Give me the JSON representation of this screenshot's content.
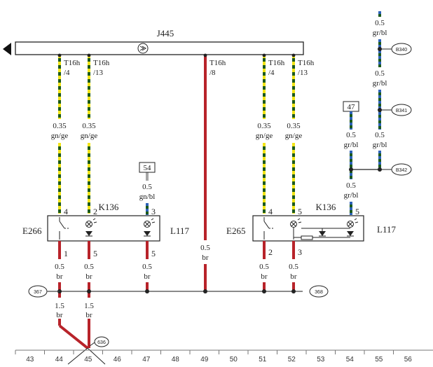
{
  "diagram": {
    "bus_title": "J445",
    "colors": {
      "brown": "#b8232a",
      "yellow": "#f2e417",
      "green": "#1c5a1c",
      "blue": "#2c62b8",
      "grey": "#a6a6a6",
      "ink": "#222222"
    },
    "connectors": {
      "c1_line1": "T16h",
      "c1_line2": "/4",
      "c2_line1": "T16h",
      "c2_line2": "/13",
      "c3_line1": "T16h",
      "c3_line2": "/8",
      "c4_line1": "T16h",
      "c4_line2": "/4",
      "c5_line1": "T16h",
      "c5_line2": "/13"
    },
    "wires": {
      "w44_size": "0.35",
      "w44_color": "gn/ge",
      "w45_size": "0.35",
      "w45_color": "gn/ge",
      "w51_size": "0.35",
      "w51_color": "gn/ge",
      "w52_size": "0.35",
      "w52_color": "gn/ge",
      "w47_size": "0.5",
      "w47_color": "gn/bl",
      "w49_size": "0.5",
      "w49_color": "br",
      "l44_size": "0.5",
      "l44_color": "br",
      "l45_size": "0.5",
      "l45_color": "br",
      "l47_size": "0.5",
      "l47_color": "br",
      "l51_size": "0.5",
      "l51_color": "br",
      "l52_size": "0.5",
      "l52_color": "br",
      "g44_size": "1.5",
      "g44_color": "br",
      "g45_size": "1.5",
      "g45_color": "br",
      "r1_size": "0.5",
      "r1_color": "gr/bl",
      "r2_size": "0.5",
      "r2_color": "gr/bl",
      "r3_size": "0.5",
      "r3_color": "gr/bl",
      "r4_size": "0.5",
      "r4_color": "gr/bl",
      "r5_size": "0.5",
      "r5_color": "gr/bl"
    },
    "terminals": {
      "t54": "54",
      "t47": "47"
    },
    "components": {
      "left_switch": "E266",
      "left_relay": "K136",
      "left_lamp": "L117",
      "right_switch": "E265",
      "right_relay": "K136",
      "right_lamp": "L117"
    },
    "pins": {
      "lt_44": "4",
      "lt_45": "2",
      "lt_47": "3",
      "lb_44": "1",
      "lb_45": "5",
      "lb_47": "5",
      "rt_51": "4",
      "rt_52": "5",
      "rt_54": "5",
      "rb_51": "2",
      "rb_52": "3"
    },
    "grounds": {
      "g367": "367",
      "g368": "368",
      "g636": "636",
      "b340": "B340",
      "b341": "B341",
      "b342": "B342"
    },
    "bottom_ruler": [
      "43",
      "44",
      "45",
      "46",
      "47",
      "48",
      "49",
      "50",
      "51",
      "52",
      "53",
      "54",
      "55",
      "56"
    ]
  }
}
